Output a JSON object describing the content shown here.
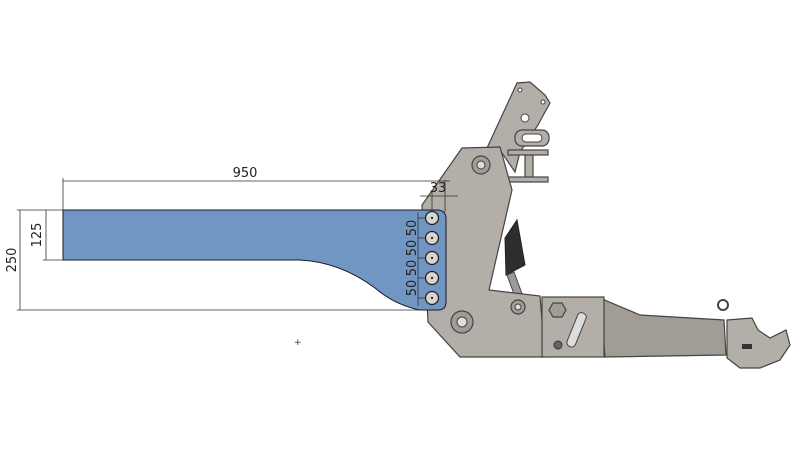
{
  "drawing": {
    "dimensions": {
      "overall_length": "950",
      "total_height": "250",
      "beam_height": "125",
      "hole_offset": "33",
      "hole_spacing": [
        "50",
        "50",
        "50",
        "50"
      ]
    },
    "colors": {
      "plate": "#7296c3",
      "metal": "#b3aea7",
      "cylinder": "#2e2e2e",
      "dimension_lines": "#333333"
    },
    "hole_count": 5
  }
}
